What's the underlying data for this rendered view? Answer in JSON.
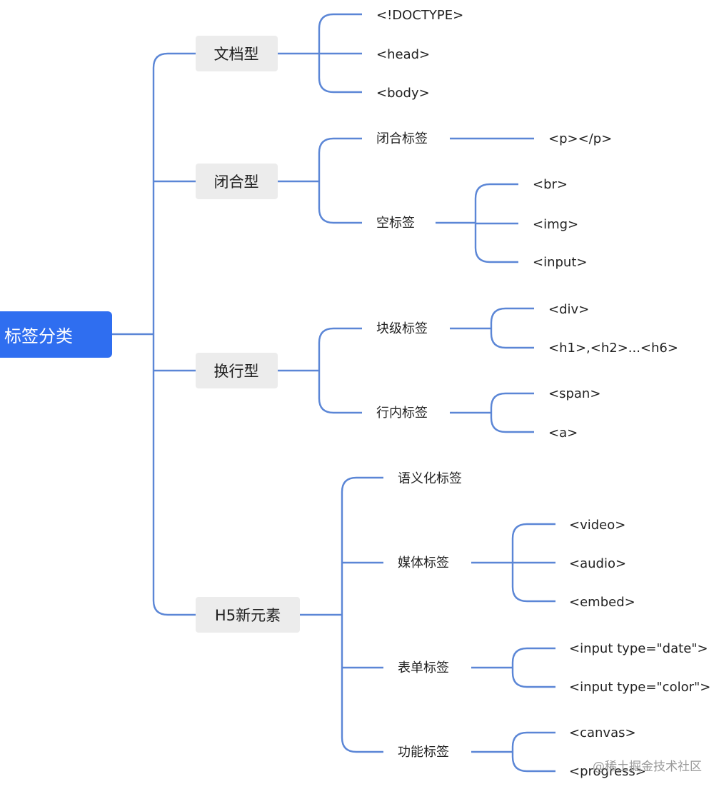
{
  "colors": {
    "root_fill": "#2f6ef0",
    "category_fill": "#ececec",
    "connector": "#5b86d6"
  },
  "watermark": "@稀土掘金技术社区",
  "root": {
    "label": "标签分类",
    "children": [
      {
        "label": "文档型",
        "children": [
          {
            "label": "<!DOCTYPE>"
          },
          {
            "label": "<head>"
          },
          {
            "label": "<body>"
          }
        ]
      },
      {
        "label": "闭合型",
        "children": [
          {
            "label": "闭合标签",
            "children": [
              {
                "label": "<p></p>"
              }
            ]
          },
          {
            "label": "空标签",
            "children": [
              {
                "label": "<br>"
              },
              {
                "label": "<img>"
              },
              {
                "label": "<input>"
              }
            ]
          }
        ]
      },
      {
        "label": "换行型",
        "children": [
          {
            "label": "块级标签",
            "children": [
              {
                "label": "<div>"
              },
              {
                "label": "<h1>,<h2>...<h6>"
              }
            ]
          },
          {
            "label": "行内标签",
            "children": [
              {
                "label": "<span>"
              },
              {
                "label": "<a>"
              }
            ]
          }
        ]
      },
      {
        "label": "H5新元素",
        "children": [
          {
            "label": "语义化标签"
          },
          {
            "label": "媒体标签",
            "children": [
              {
                "label": "<video>"
              },
              {
                "label": "<audio>"
              },
              {
                "label": "<embed>"
              }
            ]
          },
          {
            "label": "表单标签",
            "children": [
              {
                "label": "<input type=\"date\">"
              },
              {
                "label": "<input type=\"color\">"
              }
            ]
          },
          {
            "label": "功能标签",
            "children": [
              {
                "label": "<canvas>"
              },
              {
                "label": "<progress>"
              }
            ]
          }
        ]
      }
    ]
  }
}
